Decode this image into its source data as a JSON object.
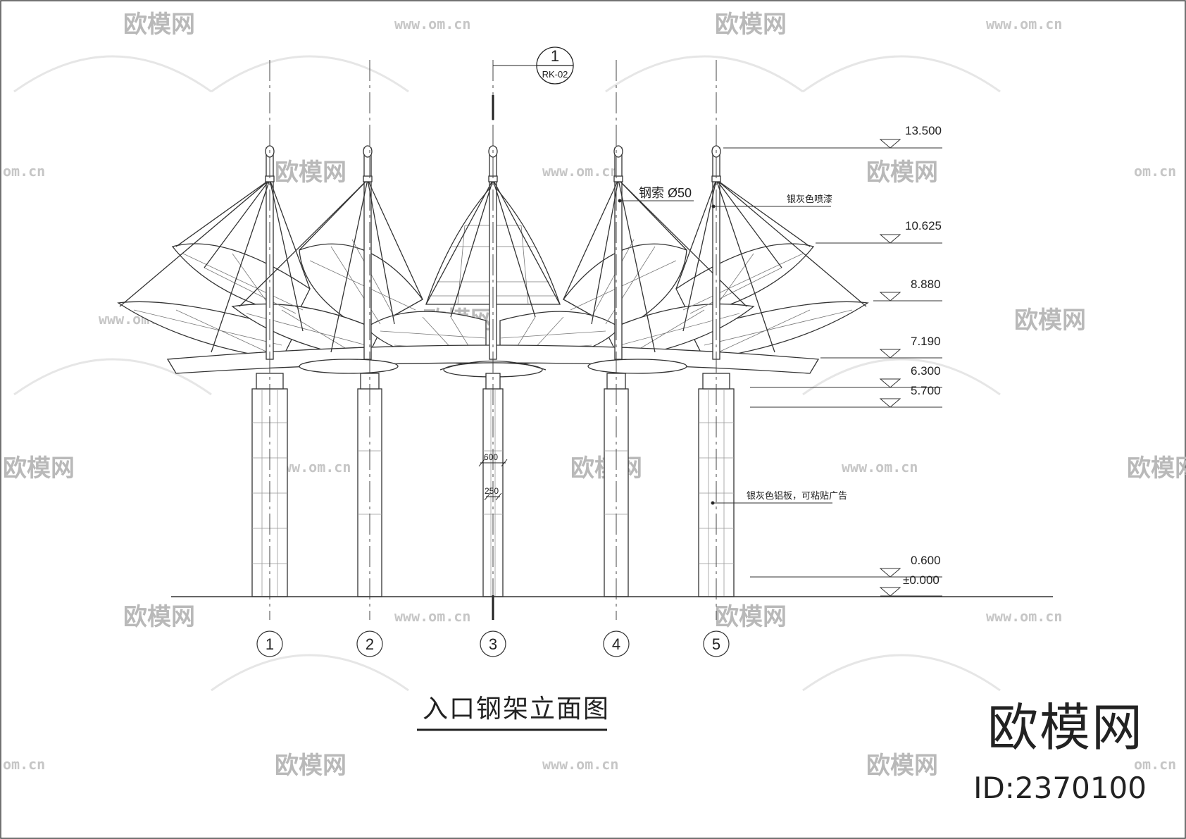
{
  "drawing": {
    "title": "入口钢架立面图",
    "section_marker": {
      "number": "1",
      "sheet": "RK-02"
    },
    "axes": [
      "1",
      "2",
      "3",
      "4",
      "5"
    ],
    "elevations": [
      "13.500",
      "10.625",
      "8.880",
      "7.190",
      "6.300",
      "5.700",
      "0.600",
      "±0.000"
    ],
    "notes": {
      "cable": "钢索 Ø50",
      "paint": "银灰色喷漆",
      "cladding": "银灰色铝板，可粘贴广告"
    },
    "dims": [
      "600",
      "250"
    ]
  },
  "watermark": {
    "brand": "欧模网",
    "url": "www.om.cn",
    "url_fragment": "om.cn",
    "id_text": "ID:2370100"
  }
}
